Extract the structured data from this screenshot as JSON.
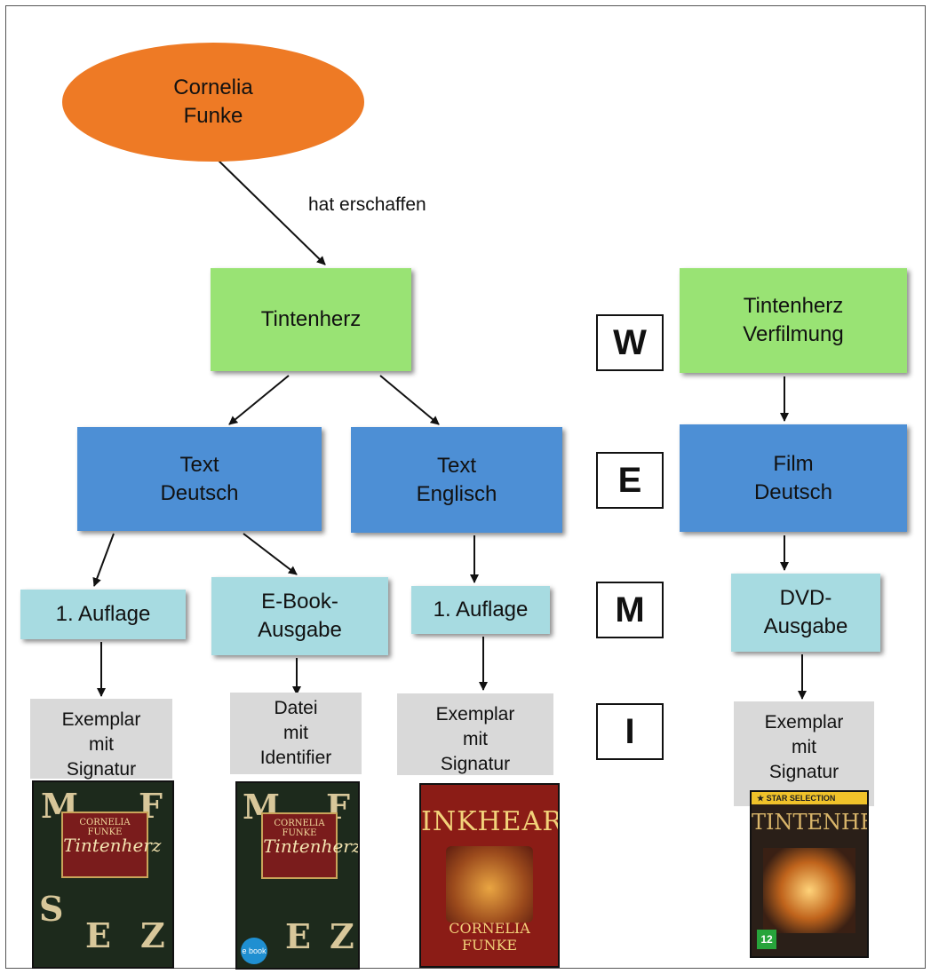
{
  "nodes": {
    "author": {
      "line1": "Cornelia",
      "line2": "Funke"
    },
    "work_book": {
      "label": "Tintenherz"
    },
    "work_film": {
      "line1": "Tintenherz",
      "line2": "Verfilmung"
    },
    "expr_de": {
      "line1": "Text",
      "line2": "Deutsch"
    },
    "expr_en": {
      "line1": "Text",
      "line2": "Englisch"
    },
    "expr_film": {
      "line1": "Film",
      "line2": "Deutsch"
    },
    "manif_de_print": {
      "label": "1. Auflage"
    },
    "manif_de_ebook": {
      "line1": "E-Book-",
      "line2": "Ausgabe"
    },
    "manif_en_print": {
      "label": "1. Auflage"
    },
    "manif_dvd": {
      "line1": "DVD-",
      "line2": "Ausgabe"
    },
    "item_de_print": {
      "line1": "Exemplar",
      "line2": "mit",
      "line3": "Signatur"
    },
    "item_de_ebook": {
      "line1": "Datei",
      "line2": "mit",
      "line3": "Identifier"
    },
    "item_en_print": {
      "line1": "Exemplar",
      "line2": "mit",
      "line3": "Signatur"
    },
    "item_dvd": {
      "line1": "Exemplar",
      "line2": "mit",
      "line3": "Signatur"
    }
  },
  "edge_label": "hat erschaffen",
  "levels": {
    "w": "W",
    "e": "E",
    "m": "M",
    "i": "I"
  },
  "covers": {
    "tintenherz": {
      "author": "CORNELIA FUNKE",
      "title": "Tintenherz"
    },
    "ebook": {
      "author": "CORNELIA FUNKE",
      "title": "Tintenherz",
      "badge": "e book"
    },
    "inkheart": {
      "title": "INKHEART",
      "author": "CORNELIA FUNKE"
    },
    "dvd": {
      "band": "★ STAR SELECTION",
      "title": "TINTENHERZ",
      "rating": "12"
    }
  },
  "colors": {
    "author": "#ee7a25",
    "work": "#99e374",
    "expression": "#4d8fd5",
    "manifestation": "#a7dbe1",
    "item": "#d9d9d9"
  }
}
